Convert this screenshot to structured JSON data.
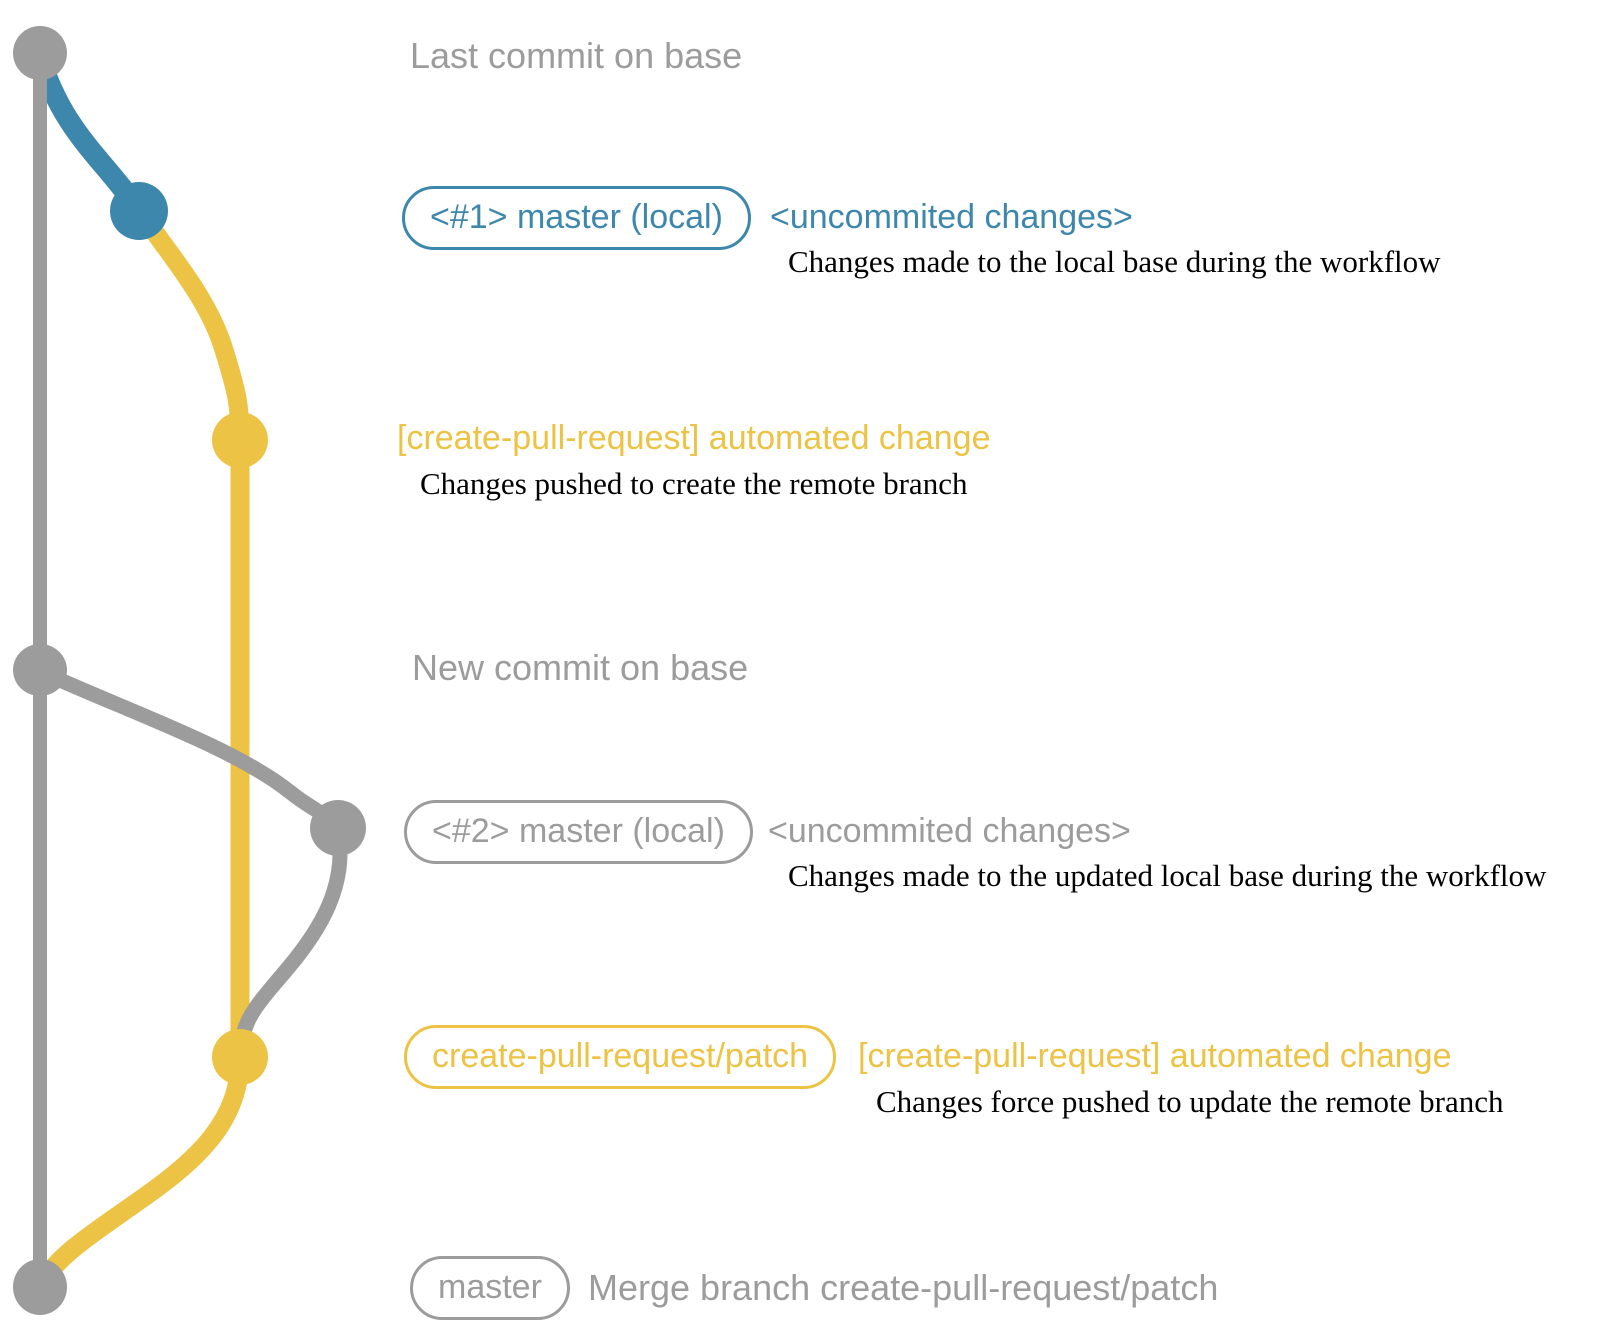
{
  "colors": {
    "base_gray": "#9c9c9c",
    "local_blue": "#3e87ac",
    "patch_yellow": "#ecc344",
    "description_black": "#000000"
  },
  "annotations": {
    "last_commit_label": "Last commit on base",
    "commit1_badge": "<#1> master (local)",
    "commit1_title": "<uncommited changes>",
    "commit1_desc": "Changes made to the local base during the workflow",
    "push1_title": "[create-pull-request] automated change",
    "push1_desc": "Changes pushed to create the remote branch",
    "new_commit_label": "New commit on base",
    "commit2_badge": "<#2> master (local)",
    "commit2_title": "<uncommited changes>",
    "commit2_desc": "Changes made to the updated local base during the workflow",
    "push2_badge": "create-pull-request/patch",
    "push2_title": "[create-pull-request] automated change",
    "push2_desc": "Changes force pushed to update the remote branch",
    "merge_badge": "master",
    "merge_label": "Merge branch create-pull-request/patch"
  }
}
